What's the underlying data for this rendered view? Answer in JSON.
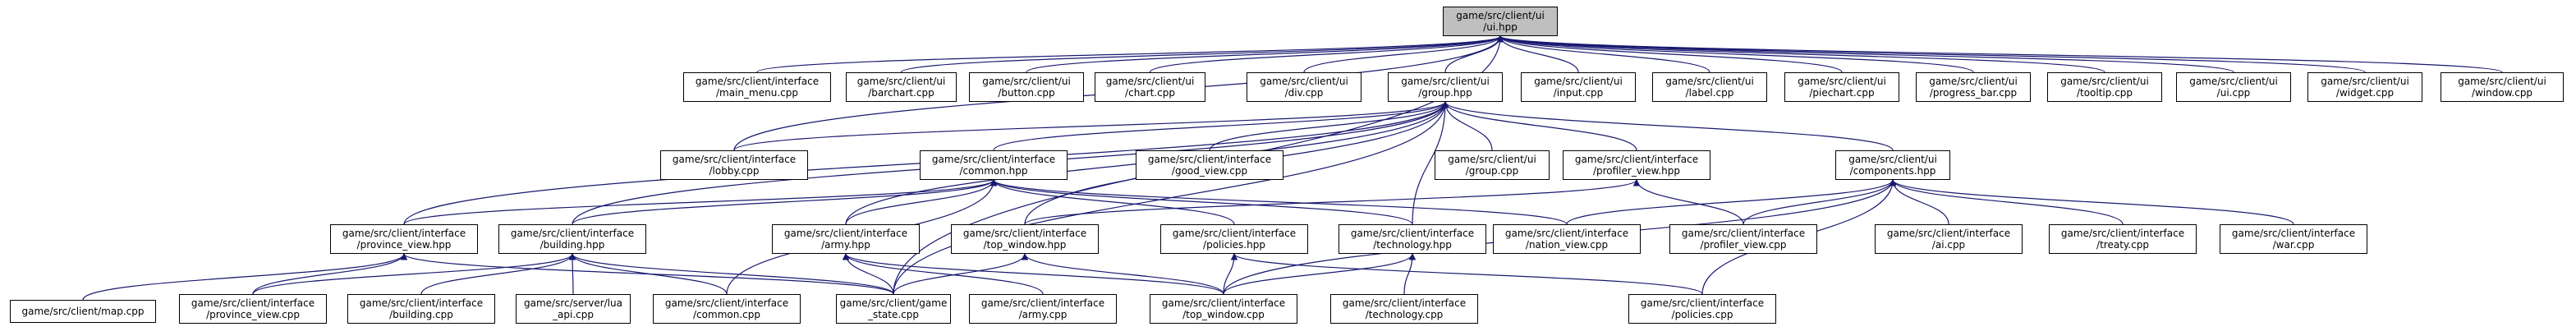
{
  "diagram": {
    "nodes": [
      {
        "id": "root",
        "lines": [
          "game/src/client/ui",
          "/ui.hpp"
        ],
        "root": true
      },
      {
        "id": "main_menu",
        "lines": [
          "game/src/client/interface",
          "/main_menu.cpp"
        ]
      },
      {
        "id": "barchart",
        "lines": [
          "game/src/client/ui",
          "/barchart.cpp"
        ]
      },
      {
        "id": "button",
        "lines": [
          "game/src/client/ui",
          "/button.cpp"
        ]
      },
      {
        "id": "chart",
        "lines": [
          "game/src/client/ui",
          "/chart.cpp"
        ]
      },
      {
        "id": "div",
        "lines": [
          "game/src/client/ui",
          "/div.cpp"
        ]
      },
      {
        "id": "group_hpp",
        "lines": [
          "game/src/client/ui",
          "/group.hpp"
        ]
      },
      {
        "id": "input",
        "lines": [
          "game/src/client/ui",
          "/input.cpp"
        ]
      },
      {
        "id": "label",
        "lines": [
          "game/src/client/ui",
          "/label.cpp"
        ]
      },
      {
        "id": "piechart",
        "lines": [
          "game/src/client/ui",
          "/piechart.cpp"
        ]
      },
      {
        "id": "progress_bar",
        "lines": [
          "game/src/client/ui",
          "/progress_bar.cpp"
        ]
      },
      {
        "id": "tooltip",
        "lines": [
          "game/src/client/ui",
          "/tooltip.cpp"
        ]
      },
      {
        "id": "ui_cpp",
        "lines": [
          "game/src/client/ui",
          "/ui.cpp"
        ]
      },
      {
        "id": "widget",
        "lines": [
          "game/src/client/ui",
          "/widget.cpp"
        ]
      },
      {
        "id": "window",
        "lines": [
          "game/src/client/ui",
          "/window.cpp"
        ]
      },
      {
        "id": "lobby",
        "lines": [
          "game/src/client/interface",
          "/lobby.cpp"
        ]
      },
      {
        "id": "common_hpp",
        "lines": [
          "game/src/client/interface",
          "/common.hpp"
        ]
      },
      {
        "id": "good_view",
        "lines": [
          "game/src/client/interface",
          "/good_view.cpp"
        ]
      },
      {
        "id": "group_cpp",
        "lines": [
          "game/src/client/ui",
          "/group.cpp"
        ]
      },
      {
        "id": "profiler_hpp",
        "lines": [
          "game/src/client/interface",
          "/profiler_view.hpp"
        ]
      },
      {
        "id": "components",
        "lines": [
          "game/src/client/ui",
          "/components.hpp"
        ]
      },
      {
        "id": "province_hpp",
        "lines": [
          "game/src/client/interface",
          "/province_view.hpp"
        ]
      },
      {
        "id": "building_hpp",
        "lines": [
          "game/src/client/interface",
          "/building.hpp"
        ]
      },
      {
        "id": "army_hpp",
        "lines": [
          "game/src/client/interface",
          "/army.hpp"
        ]
      },
      {
        "id": "top_window_hpp",
        "lines": [
          "game/src/client/interface",
          "/top_window.hpp"
        ]
      },
      {
        "id": "policies_hpp",
        "lines": [
          "game/src/client/interface",
          "/policies.hpp"
        ]
      },
      {
        "id": "technology_hpp",
        "lines": [
          "game/src/client/interface",
          "/technology.hpp"
        ]
      },
      {
        "id": "nation_view",
        "lines": [
          "game/src/client/interface",
          "/nation_view.cpp"
        ]
      },
      {
        "id": "profiler_cpp",
        "lines": [
          "game/src/client/interface",
          "/profiler_view.cpp"
        ]
      },
      {
        "id": "ai",
        "lines": [
          "game/src/client/interface",
          "/ai.cpp"
        ]
      },
      {
        "id": "treaty",
        "lines": [
          "game/src/client/interface",
          "/treaty.cpp"
        ]
      },
      {
        "id": "war",
        "lines": [
          "game/src/client/interface",
          "/war.cpp"
        ]
      },
      {
        "id": "map",
        "lines": [
          "game/src/client/map.cpp"
        ]
      },
      {
        "id": "province_cpp",
        "lines": [
          "game/src/client/interface",
          "/province_view.cpp"
        ]
      },
      {
        "id": "building_cpp",
        "lines": [
          "game/src/client/interface",
          "/building.cpp"
        ]
      },
      {
        "id": "lua_api",
        "lines": [
          "game/src/server/lua",
          "_api.cpp"
        ]
      },
      {
        "id": "common_cpp",
        "lines": [
          "game/src/client/interface",
          "/common.cpp"
        ]
      },
      {
        "id": "game_state",
        "lines": [
          "game/src/client/game",
          "_state.cpp"
        ]
      },
      {
        "id": "army_cpp",
        "lines": [
          "game/src/client/interface",
          "/army.cpp"
        ]
      },
      {
        "id": "top_window_cpp",
        "lines": [
          "game/src/client/interface",
          "/top_window.cpp"
        ]
      },
      {
        "id": "technology_cpp",
        "lines": [
          "game/src/client/interface",
          "/technology.cpp"
        ]
      },
      {
        "id": "policies_cpp",
        "lines": [
          "game/src/client/interface",
          "/policies.cpp"
        ]
      }
    ],
    "edges": [
      [
        "main_menu",
        "root"
      ],
      [
        "barchart",
        "root"
      ],
      [
        "button",
        "root"
      ],
      [
        "chart",
        "root"
      ],
      [
        "div",
        "root"
      ],
      [
        "group_hpp",
        "root"
      ],
      [
        "input",
        "root"
      ],
      [
        "label",
        "root"
      ],
      [
        "piechart",
        "root"
      ],
      [
        "progress_bar",
        "root"
      ],
      [
        "tooltip",
        "root"
      ],
      [
        "ui_cpp",
        "root"
      ],
      [
        "widget",
        "root"
      ],
      [
        "window",
        "root"
      ],
      [
        "lobby",
        "root"
      ],
      [
        "game_state",
        "root"
      ],
      [
        "lobby",
        "group_hpp"
      ],
      [
        "common_hpp",
        "group_hpp"
      ],
      [
        "good_view",
        "group_hpp"
      ],
      [
        "group_cpp",
        "group_hpp"
      ],
      [
        "profiler_hpp",
        "group_hpp"
      ],
      [
        "components",
        "group_hpp"
      ],
      [
        "province_hpp",
        "group_hpp"
      ],
      [
        "building_hpp",
        "group_hpp"
      ],
      [
        "army_hpp",
        "group_hpp"
      ],
      [
        "top_window_hpp",
        "group_hpp"
      ],
      [
        "technology_hpp",
        "group_hpp"
      ],
      [
        "game_state",
        "group_hpp"
      ],
      [
        "province_hpp",
        "common_hpp"
      ],
      [
        "building_hpp",
        "common_hpp"
      ],
      [
        "army_hpp",
        "common_hpp"
      ],
      [
        "policies_hpp",
        "common_hpp"
      ],
      [
        "technology_hpp",
        "common_hpp"
      ],
      [
        "nation_view",
        "common_hpp"
      ],
      [
        "common_cpp",
        "common_hpp"
      ],
      [
        "profiler_cpp",
        "profiler_hpp"
      ],
      [
        "top_window_hpp",
        "profiler_hpp"
      ],
      [
        "nation_view",
        "components"
      ],
      [
        "profiler_cpp",
        "components"
      ],
      [
        "ai",
        "components"
      ],
      [
        "treaty",
        "components"
      ],
      [
        "war",
        "components"
      ],
      [
        "policies_cpp",
        "components"
      ],
      [
        "top_window_cpp",
        "components"
      ],
      [
        "map",
        "province_hpp"
      ],
      [
        "province_cpp",
        "province_hpp"
      ],
      [
        "game_state",
        "province_hpp"
      ],
      [
        "province_cpp",
        "building_hpp"
      ],
      [
        "building_cpp",
        "building_hpp"
      ],
      [
        "lua_api",
        "building_hpp"
      ],
      [
        "common_cpp",
        "building_hpp"
      ],
      [
        "game_state",
        "building_hpp"
      ],
      [
        "game_state",
        "army_hpp"
      ],
      [
        "army_cpp",
        "army_hpp"
      ],
      [
        "top_window_cpp",
        "army_hpp"
      ],
      [
        "game_state",
        "top_window_hpp"
      ],
      [
        "top_window_cpp",
        "top_window_hpp"
      ],
      [
        "top_window_cpp",
        "policies_hpp"
      ],
      [
        "policies_cpp",
        "policies_hpp"
      ],
      [
        "top_window_cpp",
        "technology_hpp"
      ],
      [
        "technology_cpp",
        "technology_hpp"
      ]
    ],
    "colors": {
      "edge": "#191970",
      "root_fill": "#bfbfbf",
      "node_fill": "#ffffff",
      "border": "#000000"
    }
  }
}
